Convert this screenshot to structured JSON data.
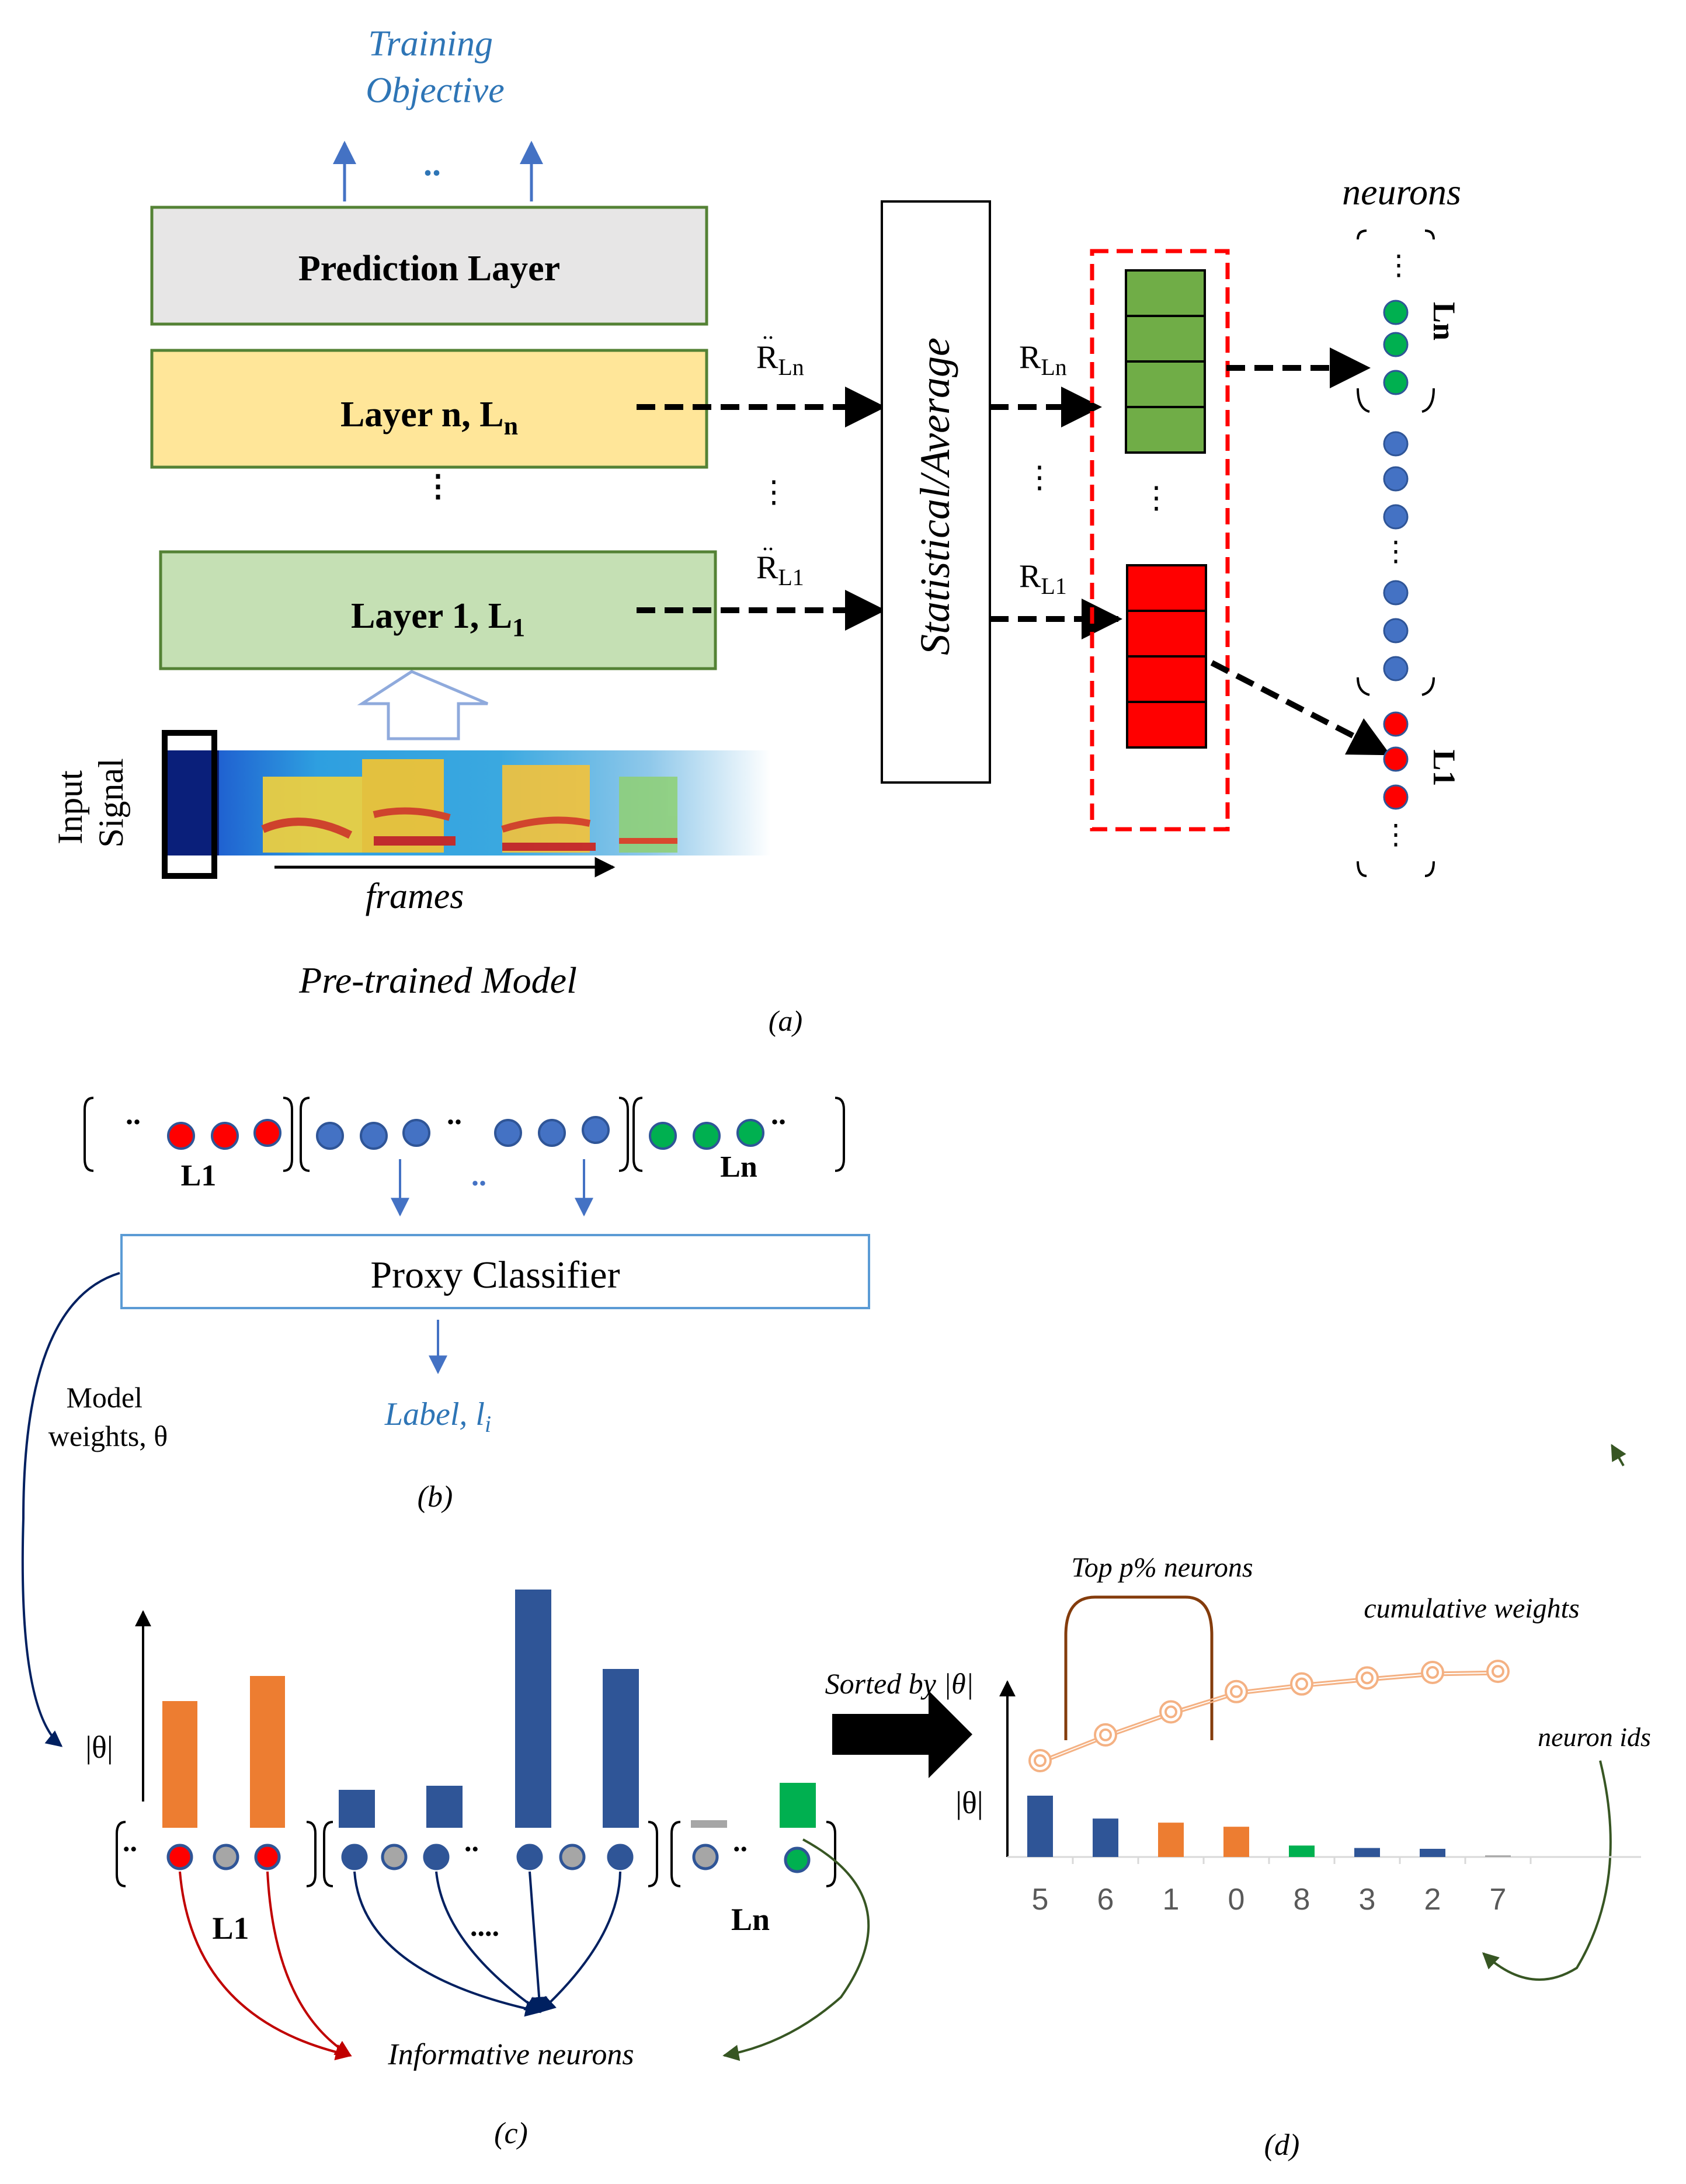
{
  "panel_a": {
    "training_objective": "Training\nObjective",
    "dots": "..",
    "prediction_layer": "Prediction Layer",
    "layer_n_label": "Layer n, L",
    "layer_n_sub": "n",
    "layer_1_label": "Layer 1, L",
    "layer_1_sub": "1",
    "input_signal": "Input\nSignal",
    "frames": "frames",
    "pretrained_model": "Pre-trained Model",
    "r_ddot_ln": "R",
    "r_ddot_ln_sub": "Ln",
    "r_ddot_l1": "R",
    "r_ddot_l1_sub": "L1",
    "statistical_average": "Statistical/Average",
    "r_ln": "R",
    "r_ln_sub": "Ln",
    "r_l1": "R",
    "r_l1_sub": "L1",
    "neurons_title": "neurons",
    "ln_group_label": "Ln",
    "l1_group_label": "L1",
    "caption": "(a)"
  },
  "panel_b": {
    "l1_label": "L1",
    "ln_label": "Ln",
    "dots": "..",
    "proxy_classifier": "Proxy Classifier",
    "label_text": "Label, l",
    "label_sub": "i",
    "model_weights": "Model\nweights, θ",
    "caption": "(b)"
  },
  "panel_c": {
    "abs_theta": "|θ|",
    "l1_label": "L1",
    "ln_label": "Ln",
    "dots": "....",
    "informative_neurons": "Informative neurons",
    "caption": "(c)"
  },
  "panel_d": {
    "sorted_by": "Sorted by |θ|",
    "abs_theta": "|θ|",
    "top_p": "Top p% neurons",
    "cumulative_weights": "cumulative weights",
    "neuron_ids_label": "neuron ids",
    "caption": "(d)"
  },
  "colors": {
    "orange": "#ED7D31",
    "blue": "#2F5597",
    "green": "#00B050",
    "gray": "#A6A6A6",
    "red": "#FF0000",
    "light_blue_text": "#2E75B6",
    "dark_navy": "#002060",
    "dark_red": "#C00000",
    "dark_green": "#375623"
  },
  "chart_data": {
    "type": "bar",
    "categories": [
      "5",
      "6",
      "1",
      "0",
      "8",
      "3",
      "2",
      "7"
    ],
    "values": [
      75,
      47,
      42,
      37,
      14,
      11,
      10,
      2
    ],
    "cumulative": [
      75,
      122,
      164,
      201,
      215,
      226,
      236,
      238
    ],
    "bar_colors": [
      "#2F5597",
      "#2F5597",
      "#ED7D31",
      "#ED7D31",
      "#00B050",
      "#2F5597",
      "#2F5597",
      "#A6A6A6"
    ],
    "xlabel": "neuron ids",
    "ylabel": "|θ|",
    "line_label": "cumulative weights"
  }
}
